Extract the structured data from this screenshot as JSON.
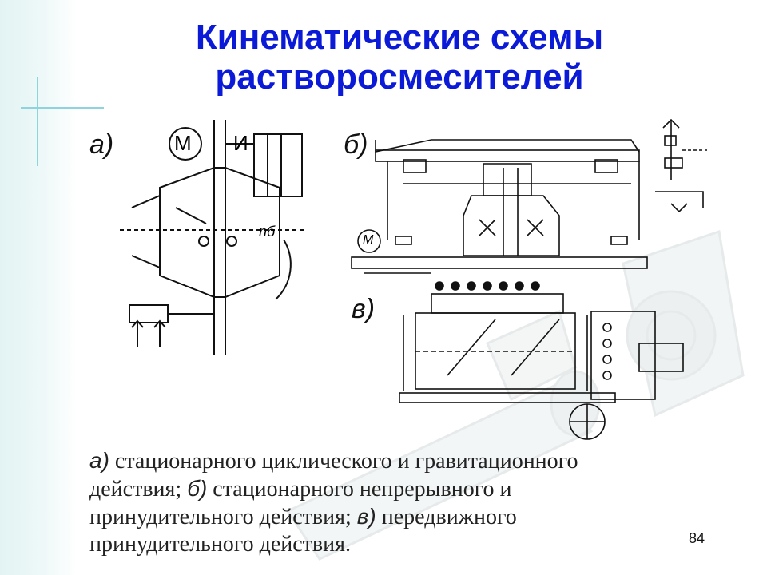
{
  "slide": {
    "title": "Кинематические схемы растворосмесителей",
    "page_number": "84"
  },
  "diagram_labels": {
    "a": "а)",
    "b": "б)",
    "v": "в)",
    "motor_a": "М",
    "motor_b": "М",
    "i_label": "И",
    "n_label": "nб"
  },
  "caption": {
    "a_mark": "а)",
    "a_text": " стационарного циклического и гравитационного действия; ",
    "b_mark": "б)",
    "b_text": " стационарного непрерывного и принудительного действия; ",
    "v_mark": "в)",
    "v_text": " передвижного принудительного действия."
  },
  "colors": {
    "title": "#0a1ad6",
    "accent_line": "#8fd3df",
    "band": "#e3f3f3"
  }
}
